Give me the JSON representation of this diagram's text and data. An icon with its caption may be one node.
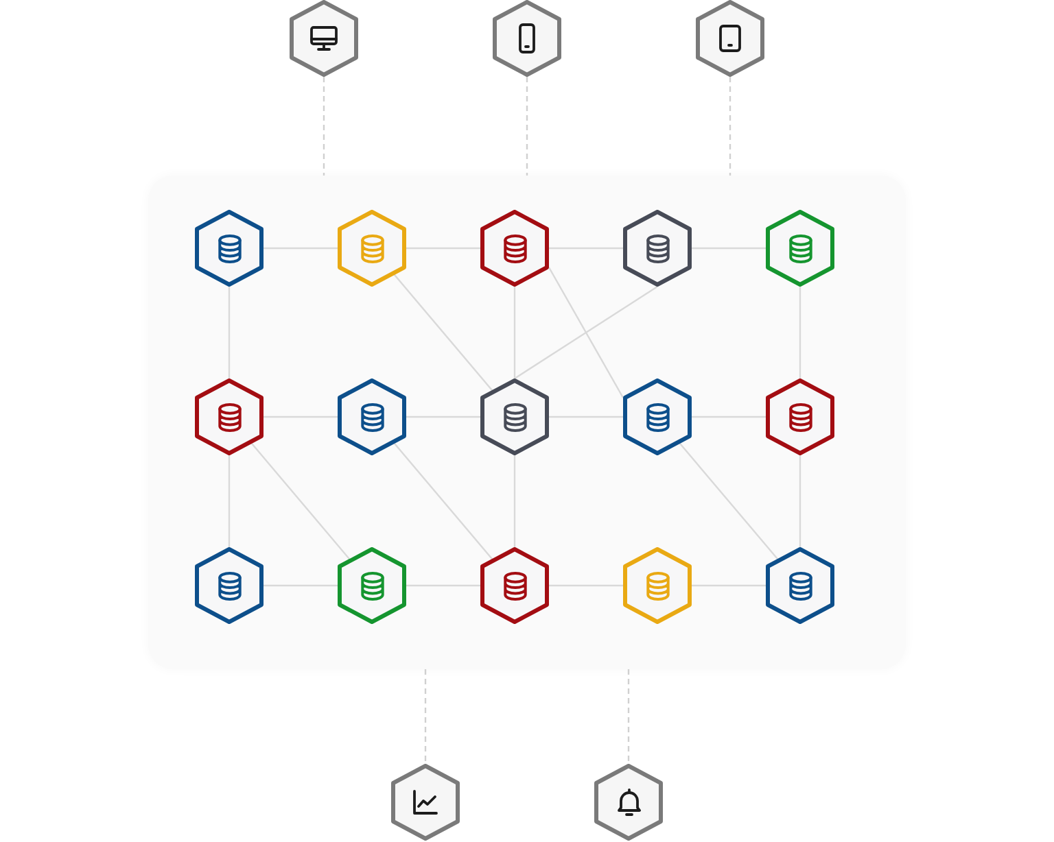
{
  "diagram": {
    "nodes": [
      {
        "text": [],
        "shape": "hexagon"
      },
      {
        "text": [],
        "shape": "hexagon"
      },
      {
        "text": [],
        "shape": "hexagon"
      },
      {
        "text": [],
        "shape": "box"
      },
      {
        "text": [],
        "shape": "hexagon",
        "in": 3
      },
      {
        "text": [],
        "shape": "hexagon",
        "in": 3
      },
      {
        "text": [],
        "shape": "hexagon",
        "in": 3
      },
      {
        "text": [],
        "shape": "hexagon",
        "in": 3
      },
      {
        "text": [],
        "shape": "hexagon",
        "in": 3
      },
      {
        "text": [],
        "shape": "hexagon",
        "in": 3
      },
      {
        "text": [],
        "shape": "hexagon",
        "in": 3
      },
      {
        "text": [],
        "shape": "hexagon",
        "in": 3
      },
      {
        "text": [],
        "shape": "hexagon",
        "in": 3
      },
      {
        "text": [],
        "shape": "hexagon",
        "in": 3
      },
      {
        "text": [],
        "shape": "hexagon",
        "in": 3
      },
      {
        "text": [],
        "shape": "hexagon",
        "in": 3
      },
      {
        "text": [],
        "shape": "hexagon",
        "in": 3
      },
      {
        "text": [],
        "shape": "hexagon",
        "in": 3
      },
      {
        "text": [],
        "shape": "hexagon",
        "in": 3
      },
      {
        "text": [],
        "shape": "hexagon"
      },
      {
        "text": [],
        "shape": "hexagon"
      }
    ],
    "edges": [
      {
        "from": 0,
        "to": 3,
        "arrow": "none",
        "style": "dashed"
      },
      {
        "from": 1,
        "to": 3,
        "arrow": "none",
        "style": "dashed"
      },
      {
        "from": 2,
        "to": 3,
        "arrow": "none",
        "style": "dashed"
      },
      {
        "from": 4,
        "to": 5,
        "arrow": "none"
      },
      {
        "from": 5,
        "to": 6,
        "arrow": "none"
      },
      {
        "from": 6,
        "to": 7,
        "arrow": "none"
      },
      {
        "from": 7,
        "to": 8,
        "arrow": "none"
      },
      {
        "from": 4,
        "to": 9,
        "arrow": "none"
      },
      {
        "from": 5,
        "to": 11,
        "arrow": "none"
      },
      {
        "from": 6,
        "to": 11,
        "arrow": "none"
      },
      {
        "from": 6,
        "to": 12,
        "arrow": "none"
      },
      {
        "from": 7,
        "to": 11,
        "arrow": "none"
      },
      {
        "from": 8,
        "to": 13,
        "arrow": "none"
      },
      {
        "from": 9,
        "to": 10,
        "arrow": "none"
      },
      {
        "from": 10,
        "to": 11,
        "arrow": "none"
      },
      {
        "from": 11,
        "to": 12,
        "arrow": "none"
      },
      {
        "from": 12,
        "to": 13,
        "arrow": "none"
      },
      {
        "from": 9,
        "to": 14,
        "arrow": "none"
      },
      {
        "from": 9,
        "to": 15,
        "arrow": "none"
      },
      {
        "from": 10,
        "to": 16,
        "arrow": "none"
      },
      {
        "from": 11,
        "to": 16,
        "arrow": "none"
      },
      {
        "from": 12,
        "to": 18,
        "arrow": "none"
      },
      {
        "from": 13,
        "to": 18,
        "arrow": "none"
      },
      {
        "from": 14,
        "to": 15,
        "arrow": "none"
      },
      {
        "from": 15,
        "to": 16,
        "arrow": "none"
      },
      {
        "from": 16,
        "to": 17,
        "arrow": "none"
      },
      {
        "from": 17,
        "to": 18,
        "arrow": "none"
      },
      {
        "from": 3,
        "to": 19,
        "arrow": "none",
        "style": "dashed"
      },
      {
        "from": 3,
        "to": 20,
        "arrow": "none",
        "style": "dashed"
      }
    ]
  }
}
